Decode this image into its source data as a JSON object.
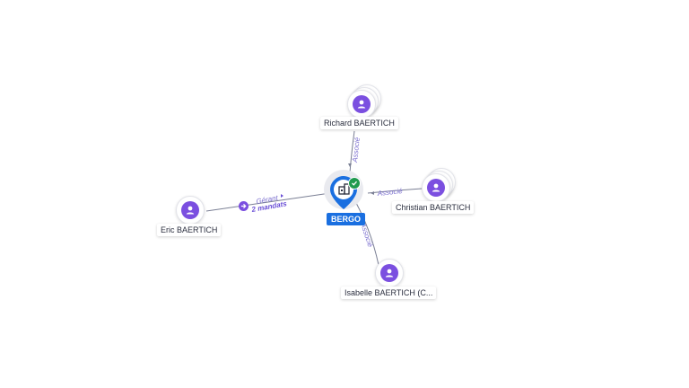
{
  "company": {
    "name": "BERGO",
    "icon": "building-icon",
    "status_icon": "check-icon"
  },
  "people": [
    {
      "id": "richard",
      "name": "Richard BAERTICH"
    },
    {
      "id": "christian",
      "name": "Christian BAERTICH"
    },
    {
      "id": "isabelle",
      "name": "Isabelle BAERTICH (C..."
    },
    {
      "id": "eric",
      "name": "Eric BAERTICH"
    }
  ],
  "relations": [
    {
      "from": "richard",
      "role": "Associé"
    },
    {
      "from": "christian",
      "role": "Associé"
    },
    {
      "from": "isabelle",
      "role": "Associé"
    },
    {
      "from": "eric",
      "role": "Gérant",
      "detail": "2 mandats"
    }
  ],
  "colors": {
    "person_accent": "#7b4fe0",
    "company_accent": "#1a6fe0",
    "status_ok": "#1f9a4e"
  }
}
